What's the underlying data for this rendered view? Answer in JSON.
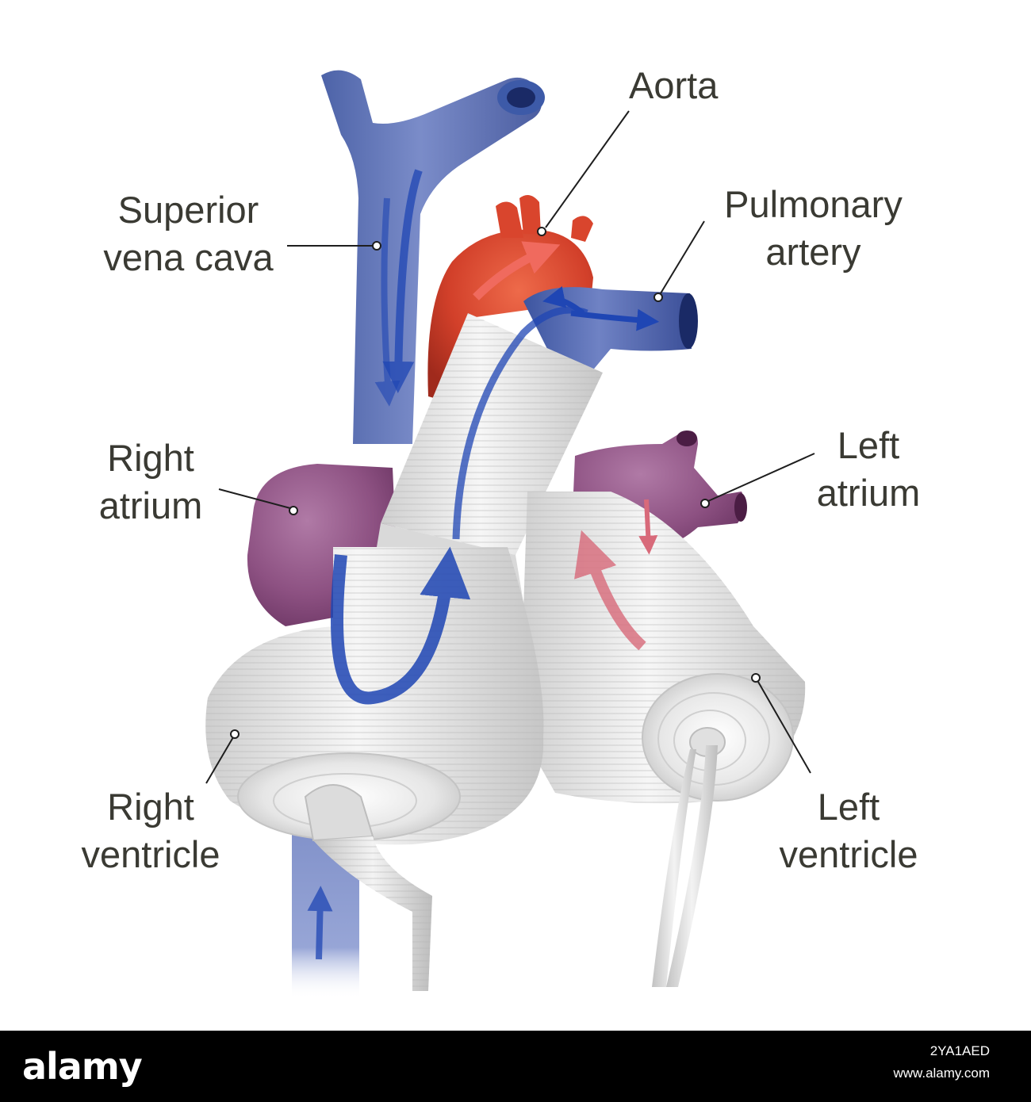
{
  "labels": {
    "aorta": "Aorta",
    "superior_vena_cava": "Superior\nvena cava",
    "pulmonary_artery": "Pulmonary\nartery",
    "right_atrium": "Right\natrium",
    "left_atrium": "Left\natrium",
    "right_ventricle": "Right\nventricle",
    "left_ventricle": "Left\nventricle"
  },
  "watermark": {
    "brand": "alamy",
    "image_id": "2YA1AED",
    "url": "www.alamy.com"
  },
  "colors": {
    "vein_blue": "#4a63b0",
    "flow_blue": "#1f46b4",
    "aorta_red": "#d8442a",
    "flow_red": "#e8574d",
    "atrium_purple": "#8b4a7c",
    "device_white": "#e8e8e8",
    "label_text": "#3a3a33"
  }
}
